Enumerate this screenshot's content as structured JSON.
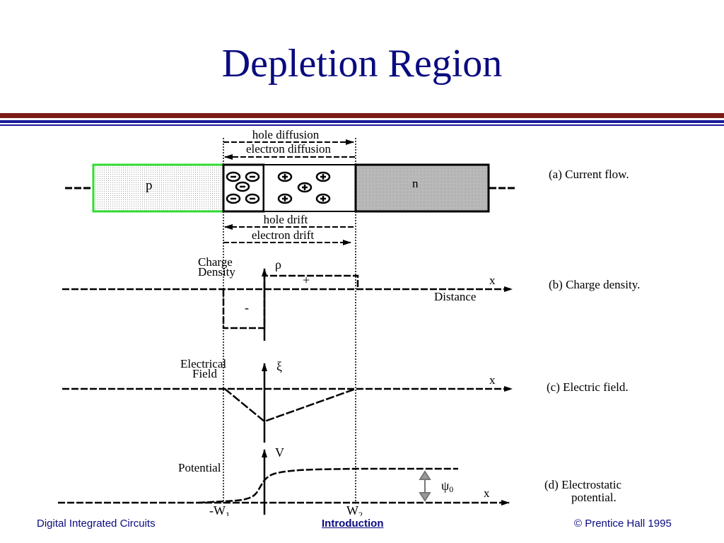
{
  "slide": {
    "title": "Depletion Region",
    "accent_colors": [
      "#7a1c14",
      "#1a1a9a",
      "#0a0a80"
    ]
  },
  "diagram": {
    "currents": {
      "hole_diffusion": "hole diffusion",
      "electron_diffusion": "electron diffusion",
      "hole_drift": "hole drift",
      "electron_drift": "electron drift"
    },
    "regions": {
      "p": "p",
      "n": "n"
    },
    "charge": {
      "ylabel_line1": "Charge",
      "ylabel_line2": "Density",
      "symbol": "ρ",
      "plus": "+",
      "minus": "-",
      "xaxis": "x",
      "xlabel": "Distance"
    },
    "field": {
      "ylabel_line1": "Electrical",
      "ylabel_line2": "Field",
      "symbol": "ξ",
      "xaxis": "x"
    },
    "potential": {
      "ylabel": "Potential",
      "symbol": "V",
      "psi": "ψ",
      "psi_sub": "0",
      "xaxis": "x",
      "w1_prefix": "-W",
      "w1_sub": "1",
      "w2_prefix": "W",
      "w2_sub": "2"
    },
    "captions": {
      "a": "(a) Current flow.",
      "b": "(b) Charge density.",
      "c": "(c) Electric field.",
      "d_line1": "(d) Electrostatic",
      "d_line2": "potential."
    }
  },
  "footer": {
    "left": "Digital Integrated Circuits",
    "center": "Introduction",
    "right": "© Prentice Hall 1995"
  }
}
